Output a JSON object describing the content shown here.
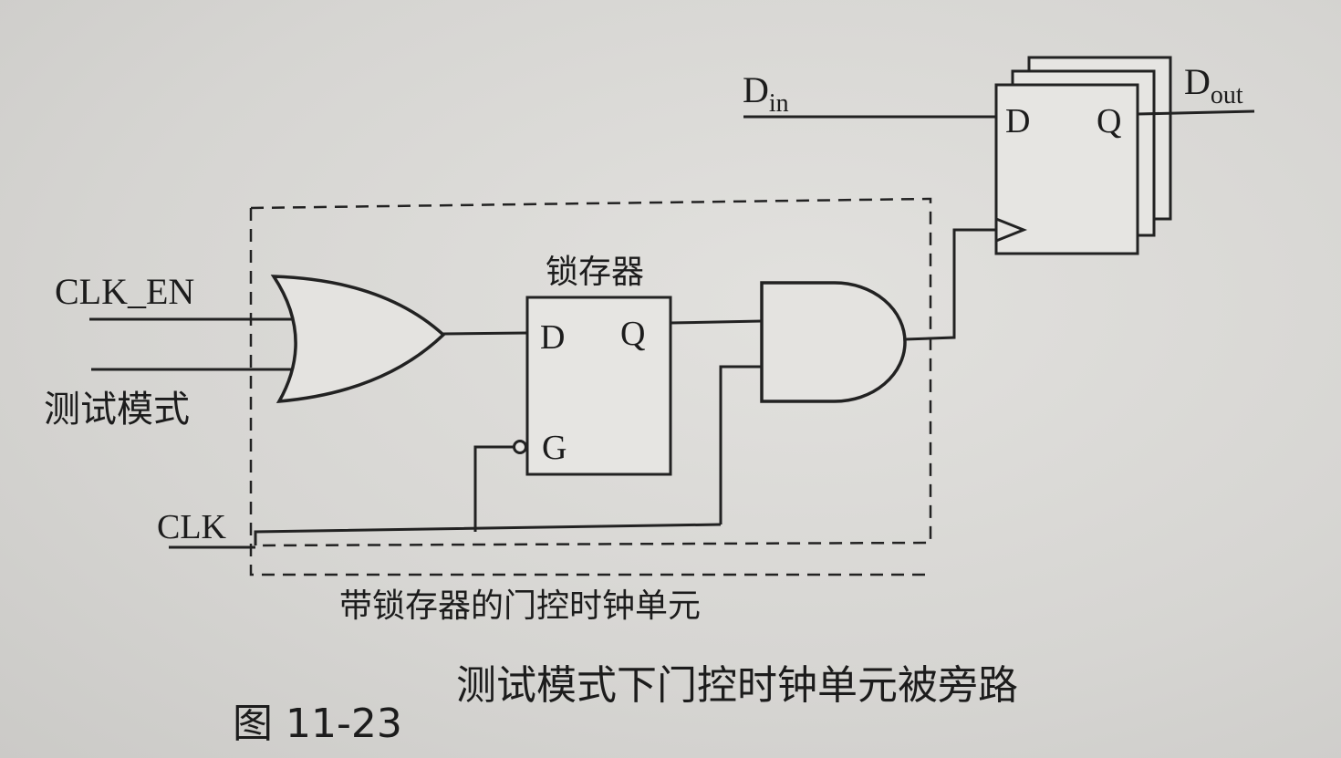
{
  "labels": {
    "clk_en": "CLK_EN",
    "test_mode": "测试模式",
    "clk": "CLK",
    "latch_title": "锁存器",
    "latch_d": "D",
    "latch_q": "Q",
    "latch_g": "G",
    "ff_d": "D",
    "ff_q": "Q",
    "din_main": "D",
    "din_sub": "in",
    "dout_main": "D",
    "dout_sub": "out",
    "cell_label": "带锁存器的门控时钟单元",
    "figure_number": "图 11-23",
    "figure_caption": "测试模式下门控时钟单元被旁路"
  }
}
